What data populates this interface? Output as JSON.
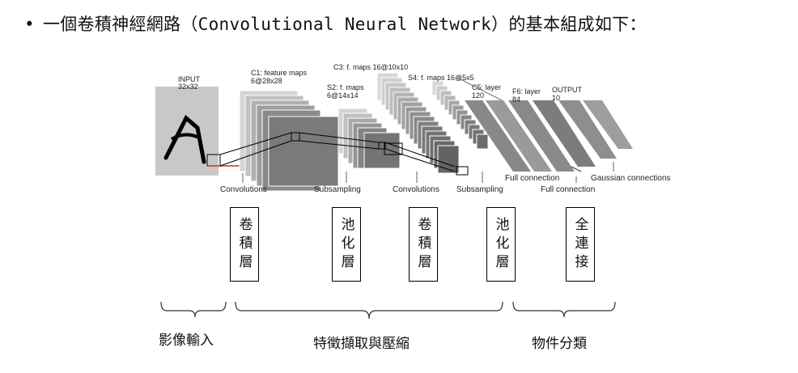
{
  "heading": {
    "bullet": "•",
    "text": "一個卷積神經網路（Convolutional Neural Network）的基本組成如下："
  },
  "diagram": {
    "input_label": "INPUT",
    "input_size": "32x32",
    "input_letter": "A",
    "c1_label": "C1: feature maps",
    "c1_size": "6@28x28",
    "s2_label": "S2: f. maps",
    "s2_size": "6@14x14",
    "c3_label": "C3: f. maps 16@10x10",
    "s4_label": "S4: f. maps 16@5x5",
    "c5_label": "C5: layer",
    "c5_size": "120",
    "f6_label": "F6: layer",
    "f6_size": "84",
    "output_label": "OUTPUT",
    "output_size": "10",
    "op_convolutions_1": "Convolutions",
    "op_subsampling_1": "Subsampling",
    "op_convolutions_2": "Convolutions",
    "op_subsampling_2": "Subsampling",
    "op_full_connection_1": "Full connection",
    "op_full_connection_2": "Full connection",
    "op_gaussian": "Gaussian connections"
  },
  "layer_boxes": [
    "卷積層",
    "池化層",
    "卷積層",
    "池化層",
    "全連接"
  ],
  "groups": {
    "input": "影像輸入",
    "feature_extraction": "特徵擷取與壓縮",
    "classification": "物件分類"
  }
}
